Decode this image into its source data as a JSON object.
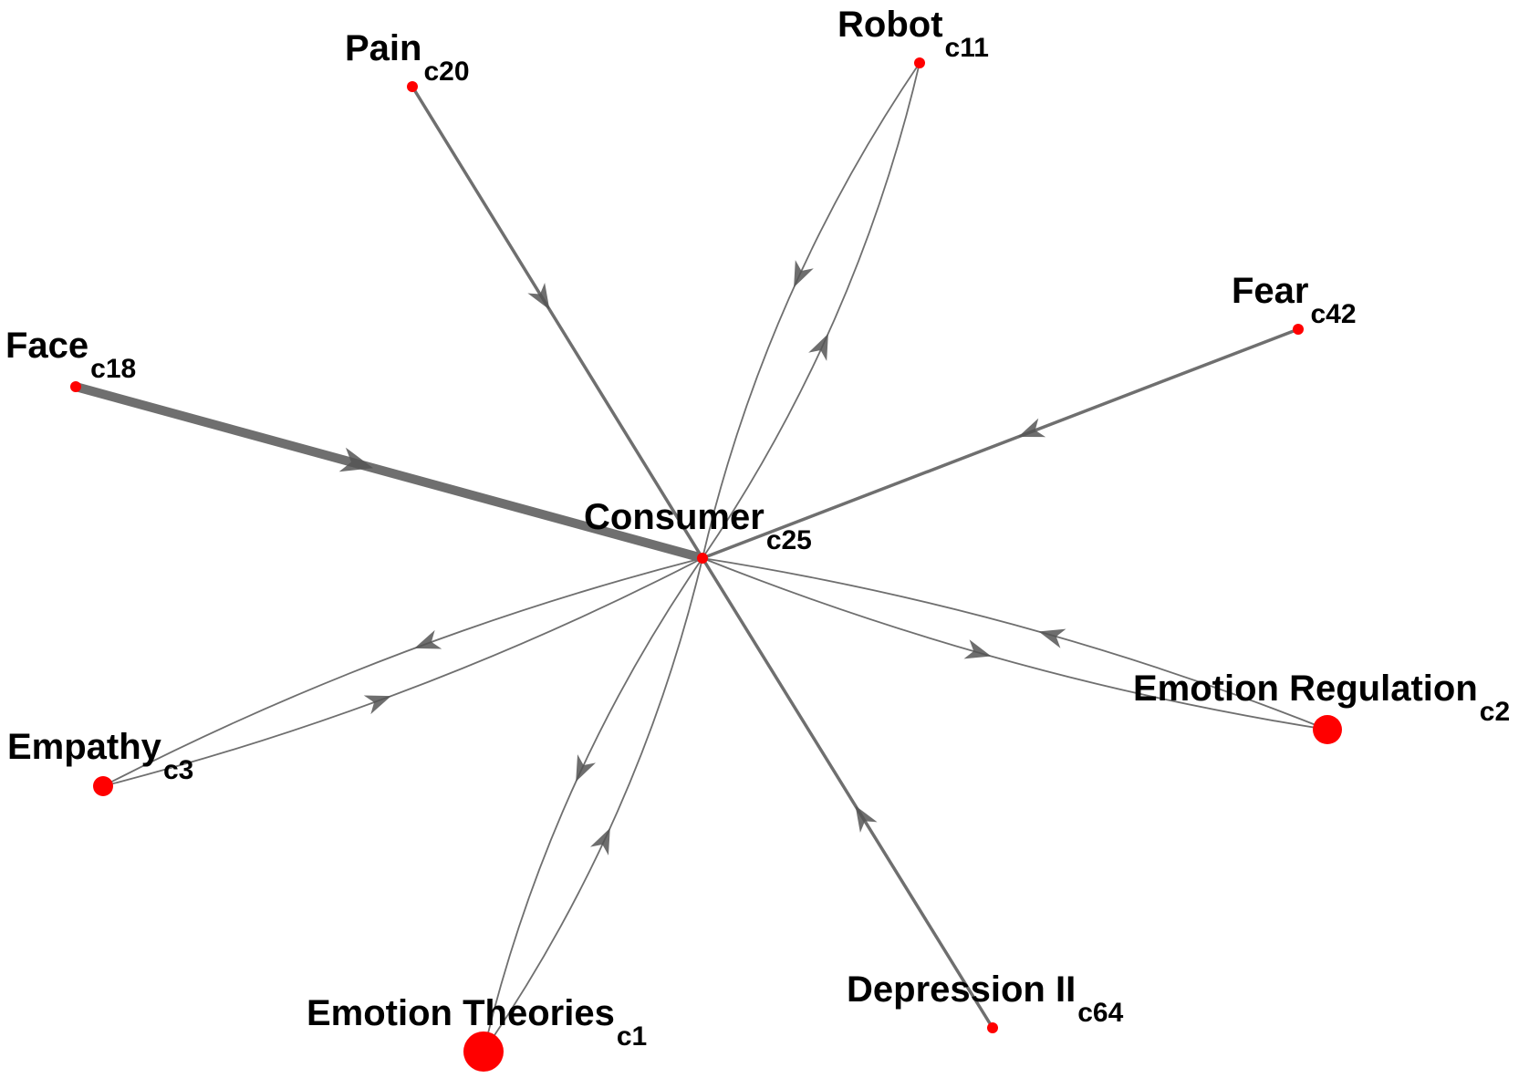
{
  "diagram": {
    "center_node": "consumer",
    "nodes": [
      {
        "id": "consumer",
        "label": "Consumer",
        "code": "c25"
      },
      {
        "id": "face",
        "label": "Face",
        "code": "c18"
      },
      {
        "id": "pain",
        "label": "Pain",
        "code": "c20"
      },
      {
        "id": "robot",
        "label": "Robot",
        "code": "c11"
      },
      {
        "id": "fear",
        "label": "Fear",
        "code": "c42"
      },
      {
        "id": "emotion-regulation",
        "label": "Emotion Regulation",
        "code": "c2"
      },
      {
        "id": "depression-ii",
        "label": "Depression II",
        "code": "c64"
      },
      {
        "id": "emotion-theories",
        "label": "Emotion Theories",
        "code": "c1"
      },
      {
        "id": "empathy",
        "label": "Empathy",
        "code": "c3"
      }
    ],
    "edges": [
      {
        "from": "face",
        "to": "consumer",
        "weight": "heavy"
      },
      {
        "from": "pain",
        "to": "consumer",
        "weight": "medium"
      },
      {
        "from": "robot",
        "to": "consumer",
        "weight": "light"
      },
      {
        "from": "consumer",
        "to": "robot",
        "weight": "light"
      },
      {
        "from": "fear",
        "to": "consumer",
        "weight": "medium"
      },
      {
        "from": "emotion-regulation",
        "to": "consumer",
        "weight": "light"
      },
      {
        "from": "consumer",
        "to": "emotion-regulation",
        "weight": "light"
      },
      {
        "from": "depression-ii",
        "to": "consumer",
        "weight": "medium"
      },
      {
        "from": "emotion-theories",
        "to": "consumer",
        "weight": "light"
      },
      {
        "from": "consumer",
        "to": "emotion-theories",
        "weight": "light"
      },
      {
        "from": "empathy",
        "to": "consumer",
        "weight": "light"
      },
      {
        "from": "consumer",
        "to": "empathy",
        "weight": "light"
      }
    ],
    "colors": {
      "node": "#ff0000",
      "edge": "#6f6f6f",
      "arrow": "#555555",
      "text": "#000000"
    }
  }
}
